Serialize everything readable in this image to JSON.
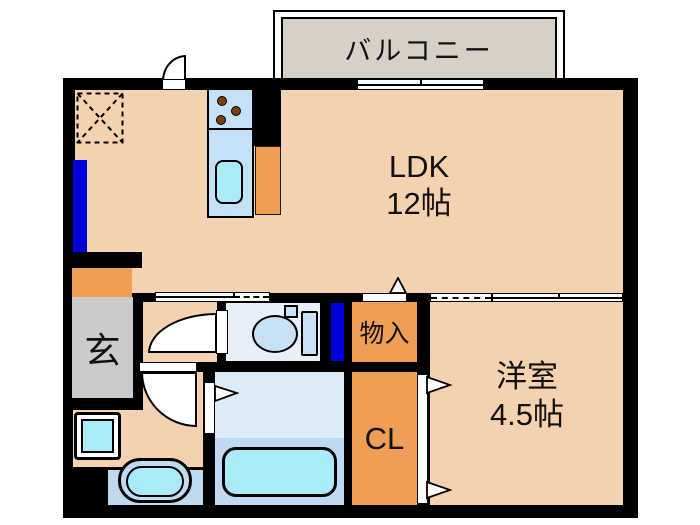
{
  "rooms": {
    "balcony": {
      "label": "バルコニー"
    },
    "ldk": {
      "label": "LDK",
      "size": "12帖"
    },
    "western": {
      "label": "洋室",
      "size": "4.5帖"
    },
    "genkan": {
      "label": "玄"
    },
    "storage": {
      "label": "物入"
    },
    "closet": {
      "label": "CL"
    }
  },
  "colors": {
    "bg": "#FFFFFF",
    "wall": "#000000",
    "text": "#111111",
    "floor": "#F4D2B0",
    "orange": "#EF9F55",
    "grey": "#CBCBCB",
    "balcony": "#D7D0C6",
    "kitchen": "#C4E2F7",
    "cyan": "#ABEAF8",
    "fixture": "#C9E1F5",
    "toiletRoom": "#E7F0FA",
    "bathUpper": "#DCEBF8",
    "bathLower": "#C1D9F0",
    "counter": "#BFD9EF",
    "blue": "#0000DD",
    "burner": "#7B3D12"
  }
}
